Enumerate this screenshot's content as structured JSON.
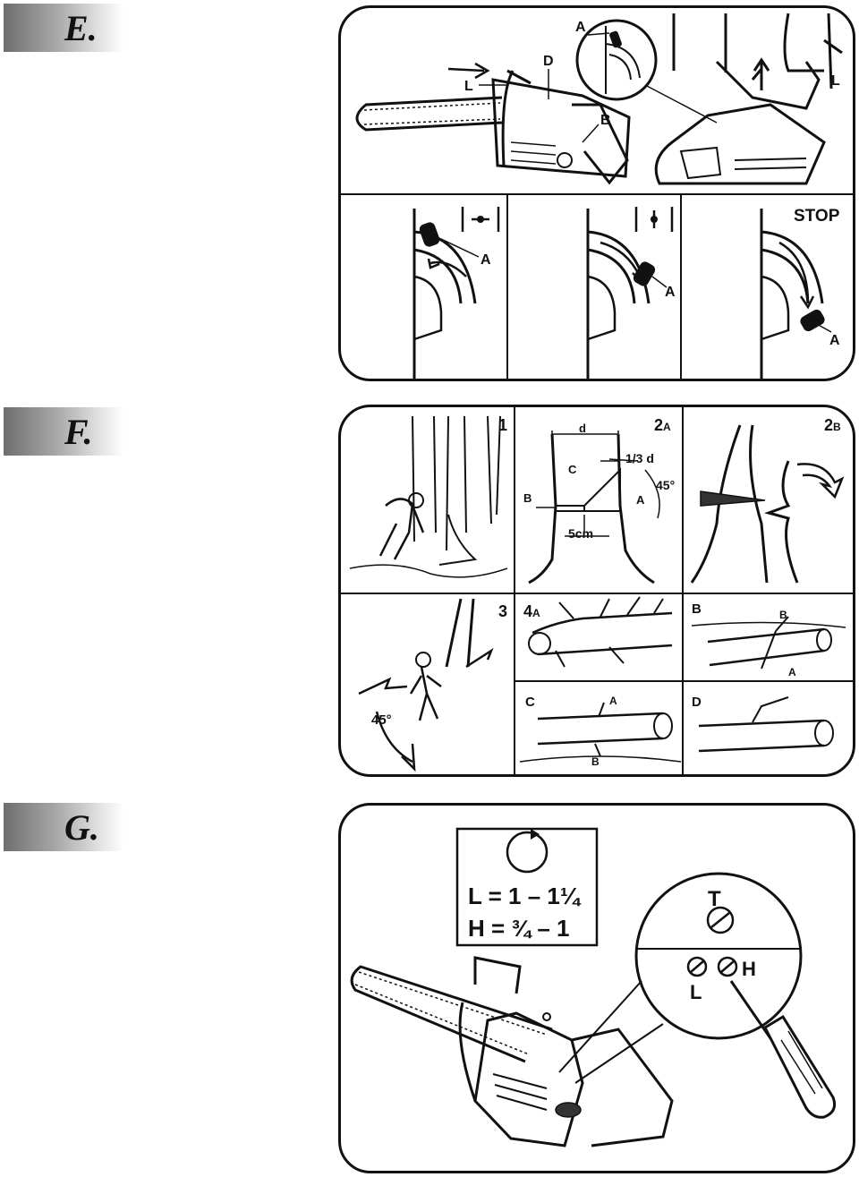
{
  "sections": {
    "e": {
      "letter": "E.",
      "top": {
        "A": "A",
        "D": "D",
        "L_left": "L",
        "B": "B",
        "L_right": "L"
      },
      "bottom": {
        "stop": "STOP",
        "A1": "A",
        "A2": "A",
        "A3": "A"
      }
    },
    "f": {
      "letter": "F.",
      "cells": {
        "c1": {
          "num": "1"
        },
        "c2a": {
          "num": "2",
          "sub": "A",
          "d": "d",
          "third": "1/3 d",
          "c": "C",
          "b": "B",
          "a": "A",
          "deg": "45°",
          "cm": "5cm"
        },
        "c2b": {
          "num": "2",
          "sub": "B"
        },
        "c3": {
          "num": "3",
          "deg": "45°"
        },
        "c4a": {
          "num": "4",
          "sub": "A"
        },
        "c4b": {
          "label": "B",
          "b": "B",
          "a": "A"
        },
        "c4c": {
          "label": "C",
          "a": "A",
          "b": "B"
        },
        "c4d": {
          "label": "D"
        }
      }
    },
    "g": {
      "letter": "G.",
      "formula_l": "L = 1 – 1¼",
      "formula_h": "H = ¾ – 1",
      "T": "T",
      "L": "L",
      "H": "H"
    }
  }
}
